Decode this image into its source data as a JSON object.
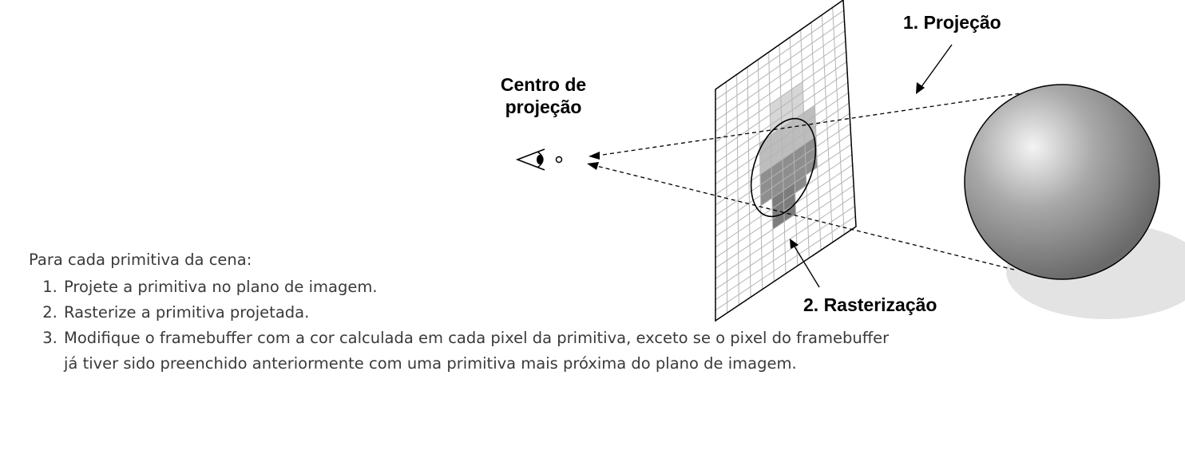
{
  "labels": {
    "center_line1": "Centro de",
    "center_line2": "projeção",
    "projection": "1. Projeção",
    "rasterization": "2. Rasterização"
  },
  "instructions": {
    "intro": "Para cada primitiva da cena:",
    "steps": [
      "Projete a primitiva no plano de imagem.",
      "Rasterize a primitiva projetada.",
      "Modifique o framebuffer com a cor calculada em cada pixel da primitiva, exceto se o pixel do framebuffer já tiver sido preenchido anteriormente com uma primitiva mais próxima do plano de imagem."
    ]
  },
  "icons": [
    "eye-icon",
    "center-point-icon",
    "sphere"
  ],
  "colors": {
    "sphere_dark": "#6f6f6f",
    "sphere_light": "#f4f4f4",
    "shadow": "#e3e3e3",
    "grid": "#b4b4b4"
  }
}
